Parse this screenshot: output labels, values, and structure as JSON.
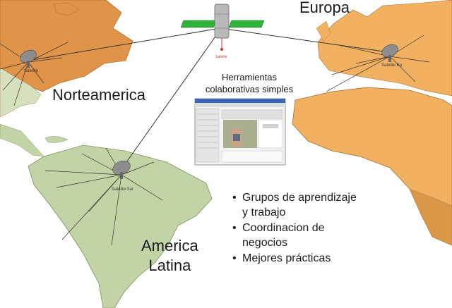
{
  "regions": {
    "north_america": "Norteamerica",
    "europe": "Europa",
    "latin_america_line1": "America",
    "latin_america_line2": "Latina"
  },
  "tools_caption": "Herramientas colaborativas simples",
  "bullets": [
    "Grupos de aprendizaje y trabajo",
    "Coordinacion de negocios",
    "Mejores prácticas"
  ],
  "satellite_label": "Satelite",
  "colors": {
    "north_america_land": "#e0944a",
    "europe_africa_land": "#f2b160",
    "south_america_land": "#c2d4a6",
    "satellite_panel": "#2fb33a",
    "link_line": "#333333"
  }
}
